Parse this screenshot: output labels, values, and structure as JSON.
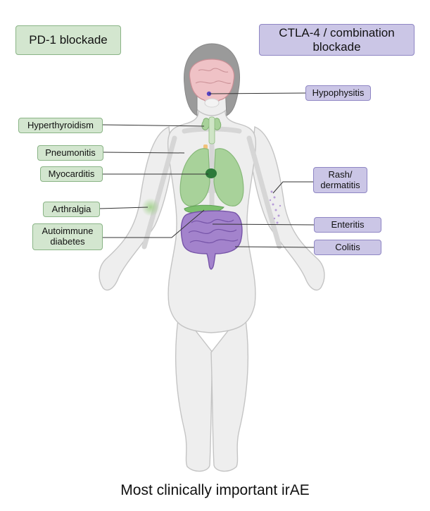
{
  "legend": {
    "pd1": "PD-1 blockade",
    "ctla4_line1": "CTLA-4 / combination",
    "ctla4_line2": "blockade"
  },
  "labels": {
    "hypophysitis": "Hypophysitis",
    "hyperthyroidism": "Hyperthyroidism",
    "pneumonitis": "Pneumonitis",
    "myocarditis": "Myocarditis",
    "rash_line1": "Rash/",
    "rash_line2": "dermatitis",
    "arthralgia": "Arthralgia",
    "enteritis": "Enteritis",
    "diabetes_line1": "Autoimmune",
    "diabetes_line2": "diabetes",
    "colitis": "Colitis"
  },
  "caption": "Most clinically important irAE",
  "colors": {
    "pd1_fill": "#d3e6cf",
    "pd1_border": "#8ab486",
    "ctla4_fill": "#cbc6e6",
    "ctla4_border": "#8f86c4",
    "body_fill": "#eeeeee",
    "body_outline": "#c4c4c4",
    "lung_green": "#a8d29a",
    "intestine_purple": "#9a7cc4"
  }
}
